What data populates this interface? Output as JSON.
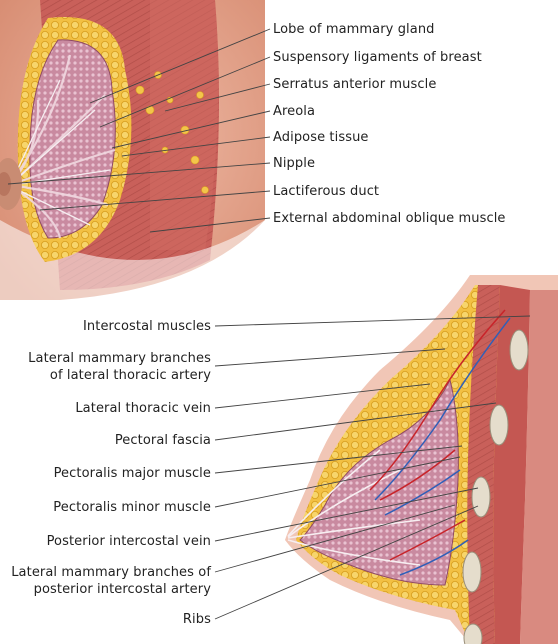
{
  "top_labels": [
    {
      "id": "lobe",
      "text": "Lobe of mammary gland"
    },
    {
      "id": "suspensory",
      "text": "Suspensory ligaments of breast"
    },
    {
      "id": "serratus",
      "text": "Serratus anterior muscle"
    },
    {
      "id": "areola",
      "text": "Areola"
    },
    {
      "id": "adipose",
      "text": "Adipose tissue"
    },
    {
      "id": "nipple",
      "text": "Nipple"
    },
    {
      "id": "lactiferous",
      "text": "Lactiferous duct"
    },
    {
      "id": "ext-oblique",
      "text": "External abdominal oblique muscle"
    }
  ],
  "bottom_labels": [
    {
      "id": "intercostal",
      "lines": [
        "Intercostal muscles"
      ]
    },
    {
      "id": "lat-mam-thoracic",
      "lines": [
        "Lateral mammary branches",
        "of lateral thoracic artery"
      ]
    },
    {
      "id": "lat-thoracic-vein",
      "lines": [
        "Lateral thoracic vein"
      ]
    },
    {
      "id": "pectoral-fascia",
      "lines": [
        "Pectoral fascia"
      ]
    },
    {
      "id": "pec-major",
      "lines": [
        "Pectoralis major muscle"
      ]
    },
    {
      "id": "pec-minor",
      "lines": [
        "Pectoralis minor muscle"
      ]
    },
    {
      "id": "post-ic-vein",
      "lines": [
        "Posterior intercostal vein"
      ]
    },
    {
      "id": "lat-mam-post",
      "lines": [
        "Lateral mammary branches of",
        "posterior intercostal artery"
      ]
    },
    {
      "id": "ribs",
      "lines": [
        "Ribs"
      ]
    }
  ],
  "colors": {
    "skin": "#e7a98f",
    "muscle": "#c9605a",
    "muscle_dark": "#a8433f",
    "fat": "#f3c54a",
    "fat_dark": "#d9a21f",
    "gland": "#b56d86",
    "gland_light": "#e7bccb",
    "duct": "#efe0e5",
    "rib": "#dfd8c9",
    "artery": "#c8242a",
    "vein": "#2f5fb8",
    "line": "#444444",
    "text": "#222222"
  }
}
